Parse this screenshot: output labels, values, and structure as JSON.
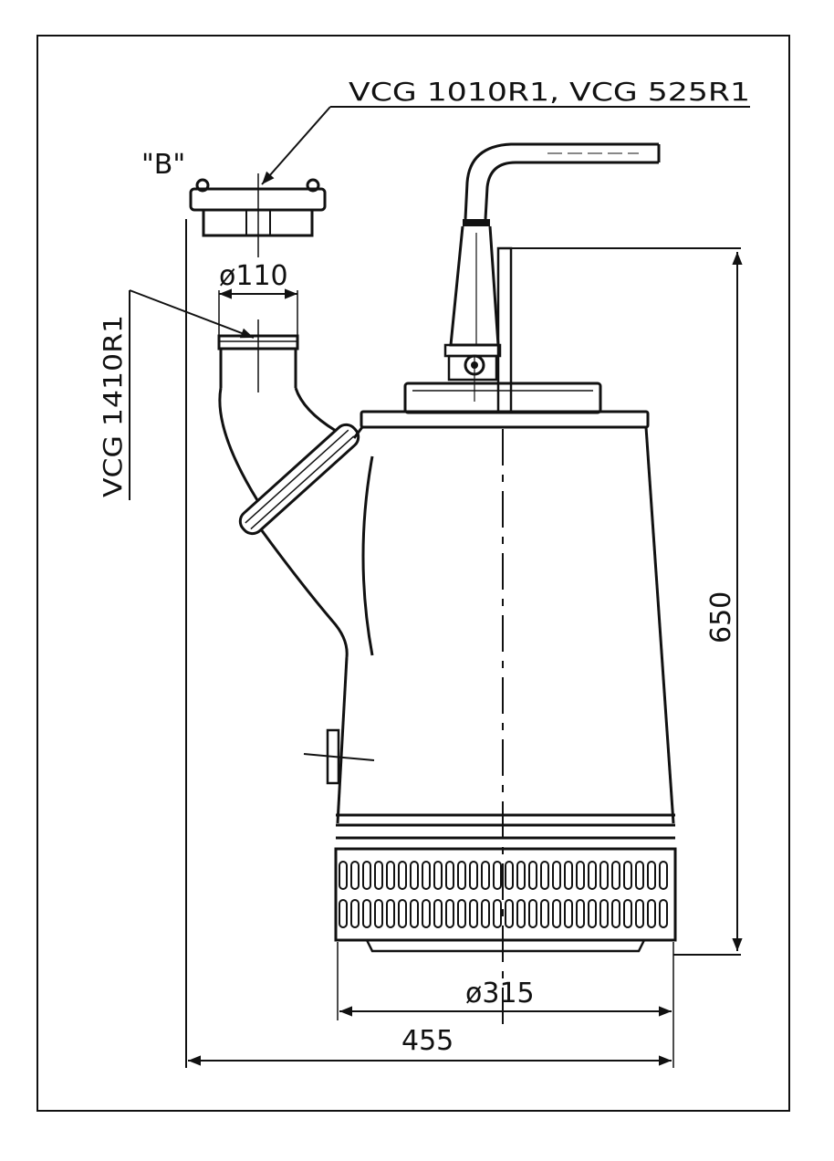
{
  "labels": {
    "model_top": "VCG 1010R1, VCG 525R1",
    "model_side": "VCG 1410R1",
    "detail": "\"B\""
  },
  "dimensions": {
    "outlet_diameter": "ø110",
    "height": "650",
    "strainer_diameter": "ø315",
    "overall_width": "455"
  },
  "colors": {
    "ink": "#111111",
    "paper": "#ffffff"
  }
}
